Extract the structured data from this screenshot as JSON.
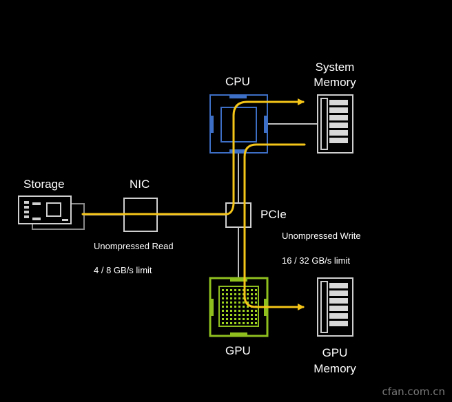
{
  "nodes": {
    "cpu": "CPU",
    "system_memory": [
      "System",
      "Memory"
    ],
    "storage": "Storage",
    "nic": "NIC",
    "pcie": "PCIe",
    "gpu": "GPU",
    "gpu_memory": [
      "GPU",
      "Memory"
    ]
  },
  "annotations": {
    "read_label": "Unompressed Read",
    "read_limit": "4 / 8 GB/s limit",
    "write_label": "Unompressed Write",
    "write_limit": "16 / 32 GB/s limit"
  },
  "watermark": "cfan.com.cn",
  "colors": {
    "background": "#000000",
    "data_path": "#f5c518",
    "cpu": "#3d6fc6",
    "gpu": "#8fbf1f",
    "connector": "#bfbfbf"
  }
}
